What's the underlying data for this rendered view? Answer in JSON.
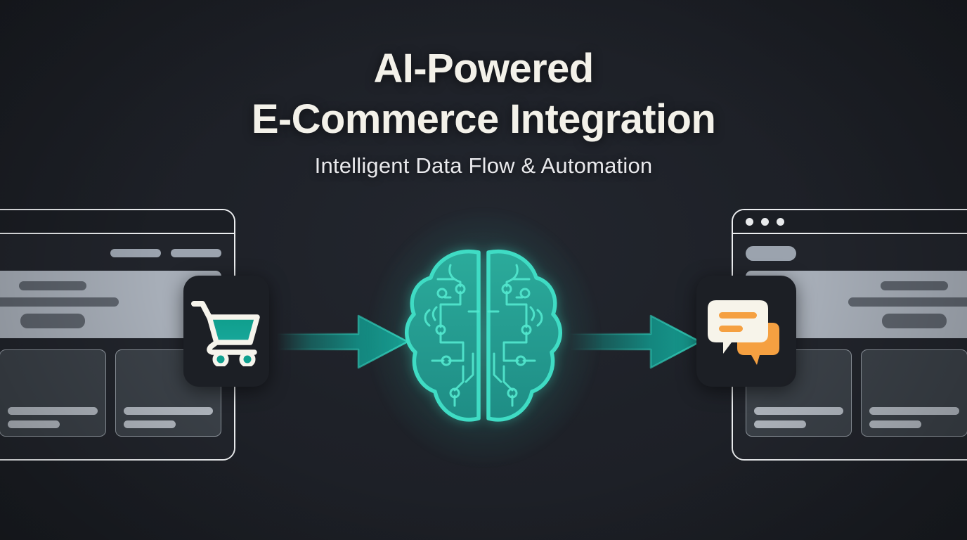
{
  "page": {
    "background_color": "#1e2128",
    "accent_teal": "#2fa898",
    "accent_mint": "#3edbc4",
    "accent_orange": "#f5a041",
    "cream": "#f5f2e8"
  },
  "headings": {
    "title_line1": "AI-Powered",
    "title_line2": "E-Commerce Integration",
    "subtitle": "Intelligent Data Flow & Automation",
    "title_color": "#f3f1e9",
    "subtitle_color": "#e9e9ec"
  },
  "flow": {
    "source_icon": "shopping-cart-icon",
    "processor_icon": "ai-brain-circuit-icon",
    "destination_icon": "chat-bubbles-icon",
    "arrow_1_icon": "arrow-right-icon",
    "arrow_2_icon": "arrow-right-icon",
    "arrow_color": "#168f86"
  },
  "left_window": {
    "name": "e-commerce-storefront-window",
    "traffic_lights": 3,
    "navbar": {
      "logo": "",
      "links": [
        "",
        ""
      ]
    },
    "hero": {
      "bars": [
        "",
        "",
        ""
      ]
    },
    "cards": [
      {
        "title_bar": "",
        "subtitle_bar": ""
      },
      {
        "title_bar": "",
        "subtitle_bar": ""
      },
      {
        "title_bar": "",
        "subtitle_bar": ""
      }
    ]
  },
  "right_window": {
    "name": "support-chat-window",
    "traffic_lights": 3,
    "navbar": {
      "logo": "",
      "links": [
        "",
        ""
      ]
    },
    "hero": {
      "bars": [
        "",
        "",
        ""
      ]
    },
    "cards": [
      {
        "title_bar": "",
        "subtitle_bar": ""
      },
      {
        "title_bar": "",
        "subtitle_bar": ""
      },
      {
        "title_bar": "",
        "subtitle_bar": ""
      }
    ]
  }
}
